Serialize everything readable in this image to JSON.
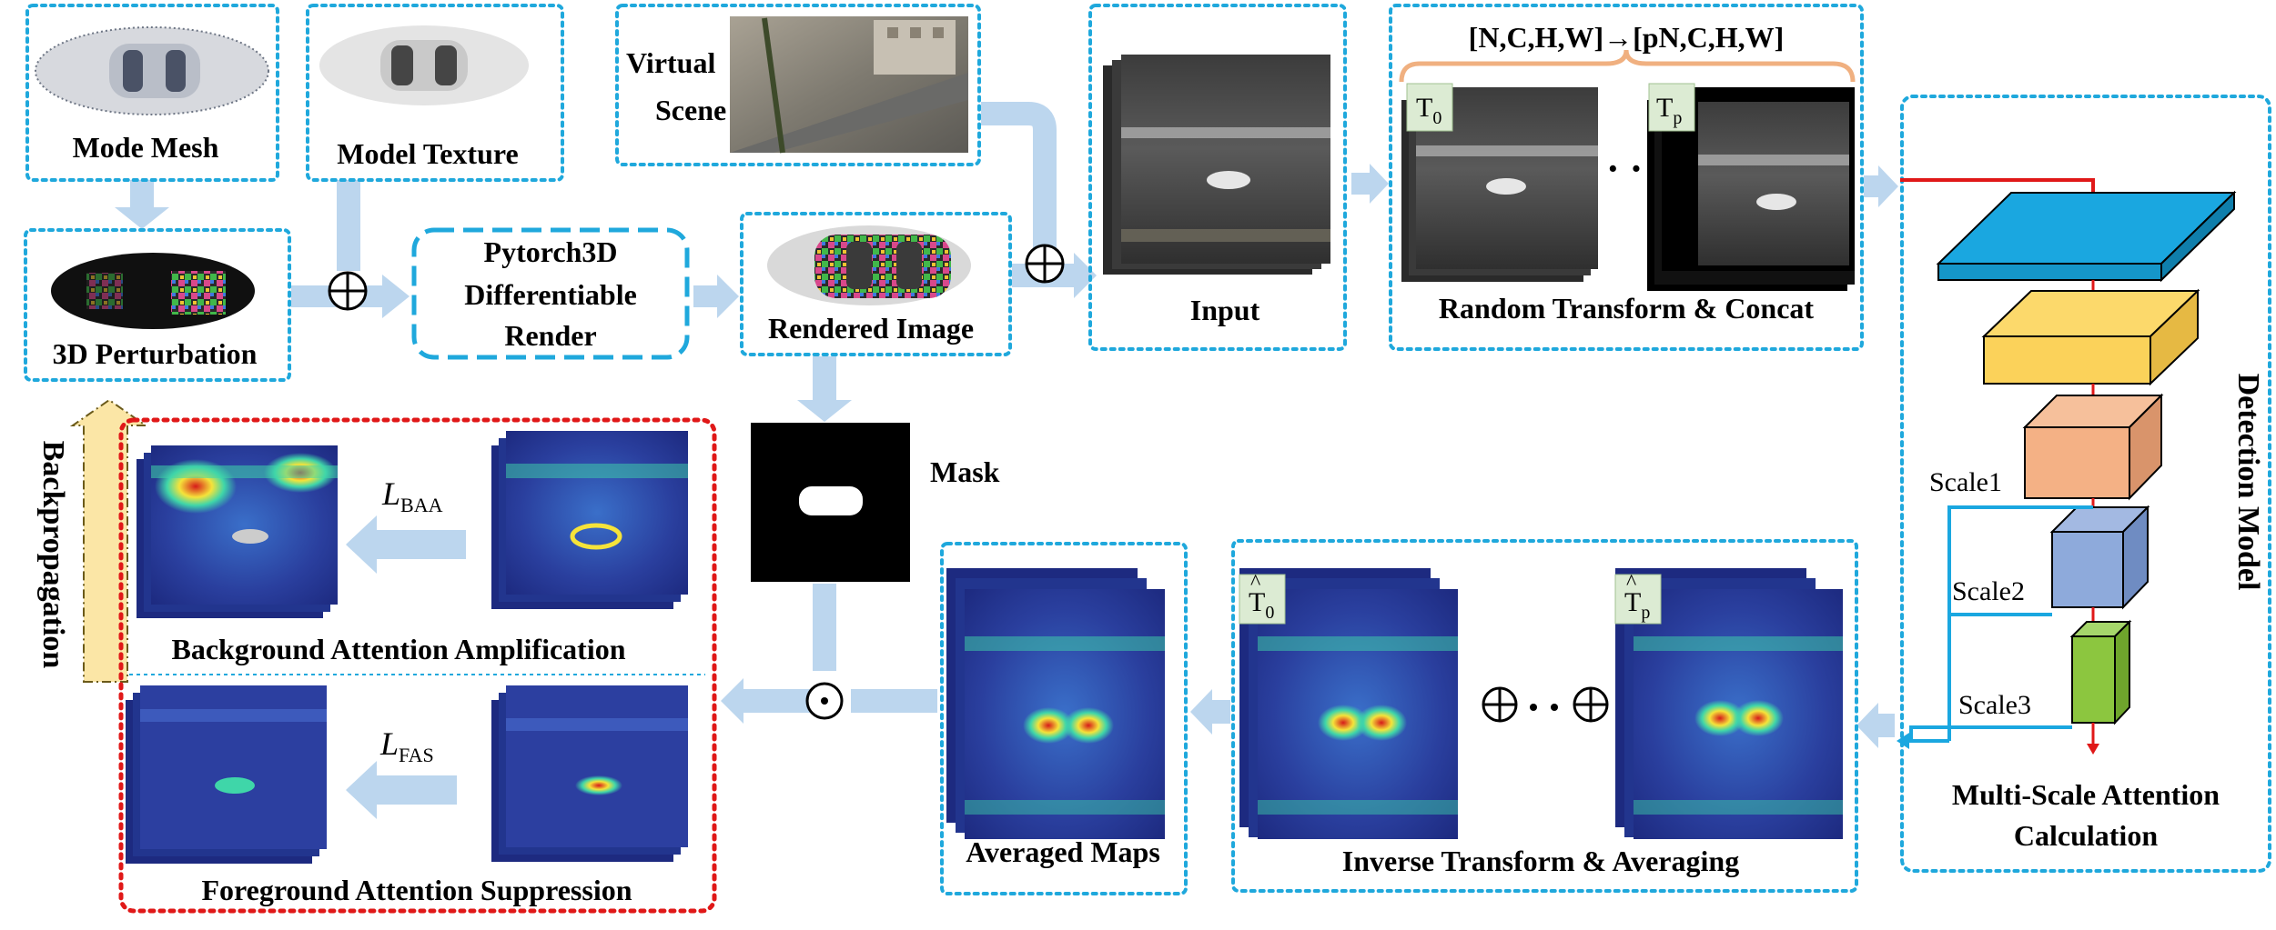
{
  "labels": {
    "mode_mesh": "Mode Mesh",
    "model_texture": "Model Texture",
    "virtual": "Virtual",
    "scene": "Scene",
    "perturbation": "3D Perturbation",
    "pytorch3d_1": "Pytorch3D",
    "pytorch3d_2": "Differentiable",
    "pytorch3d_3": "Render",
    "rendered_image": "Rendered Image",
    "input": "Input",
    "shape_transform": "[N,C,H,W]→[pN,C,H,W]",
    "t0": "T",
    "t0_sub": "0",
    "tp": "T",
    "tp_sub": "p",
    "random_transform": "Random Transform & Concat",
    "detection_model": "Detection Model",
    "scale1": "Scale1",
    "scale2": "Scale2",
    "scale3": "Scale3",
    "multi_scale_1": "Multi-Scale Attention",
    "multi_scale_2": "Calculation",
    "mask": "Mask",
    "backpropagation": "Backpropagation",
    "loss_baa": "L",
    "loss_baa_sub": "BAA",
    "loss_fas": "L",
    "loss_fas_sub": "FAS",
    "baa": "Background Attention Amplification",
    "fas": "Foreground Attention Suppression",
    "averaged_maps": "Averaged Maps",
    "t0_hat": "T",
    "t0_hat_sub": "0",
    "tp_hat": "T",
    "tp_hat_sub": "p",
    "inverse_transform": "Inverse Transform & Averaging"
  },
  "colors": {
    "blue_border": "#1fa8dc",
    "red_border": "#e01818",
    "flow_arrow": "#bcd6ee",
    "backprop_arrow": "#fbe6a6",
    "red_arrow": "#e01818",
    "layer_cyan": "#1aa7e0",
    "layer_yellow": "#fcd96b",
    "layer_orange": "#f4b185",
    "layer_blue": "#8eaadb",
    "layer_green": "#8cc63f"
  }
}
